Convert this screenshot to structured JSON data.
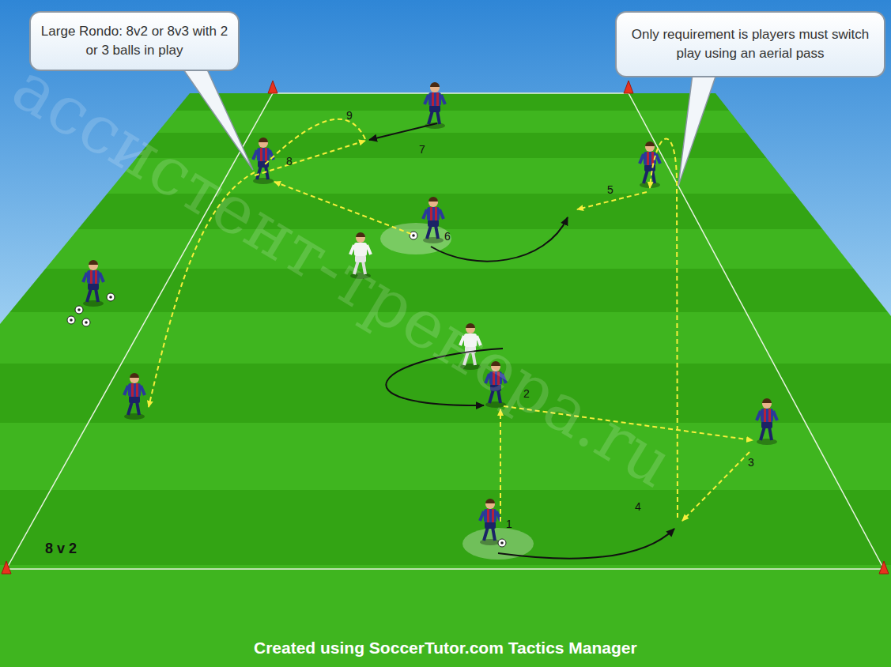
{
  "diagram": {
    "caption": "Created using SoccerTutor.com Tactics Manager",
    "nodes": [
      {
        "text": [
          "Large Rondo: 8v2 or 8v3 with 2 or 3 balls in play"
        ]
      },
      {
        "text": [
          "Only requirement is players must switch play using an aerial pass"
        ]
      }
    ],
    "labels": [
      "1",
      "2",
      "3",
      "4",
      "5",
      "6",
      "7",
      "8",
      "9",
      "8 v 2",
      "ассистент-тренера.ru"
    ]
  }
}
